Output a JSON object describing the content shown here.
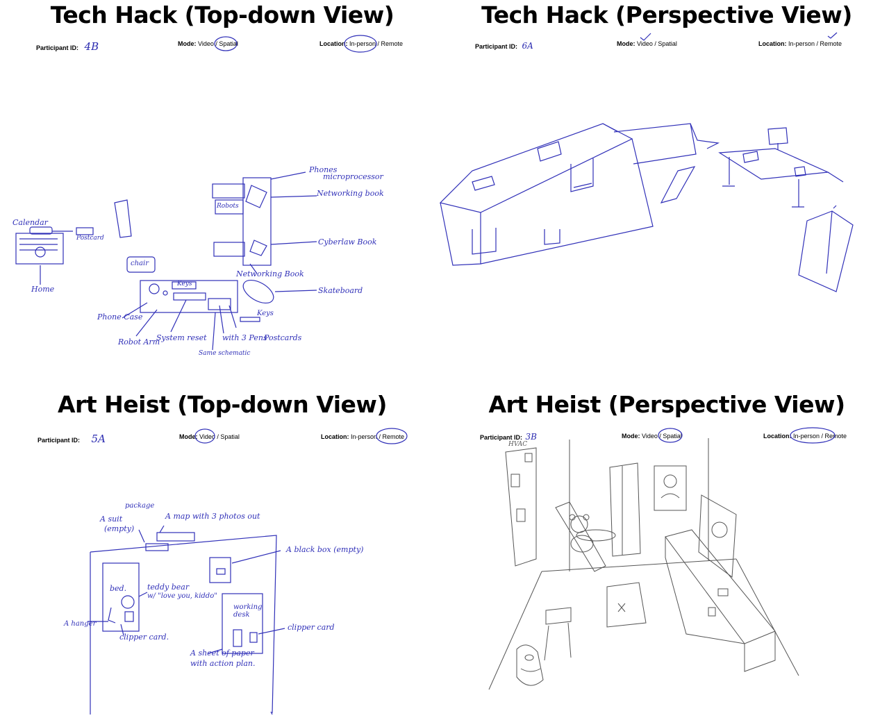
{
  "panels": [
    {
      "title": "Tech Hack (Top-down View)",
      "participant_label": "Participant ID:",
      "participant_id": "4B",
      "mode_label": "Mode:",
      "mode_options": "Video / Spatial",
      "location_label": "Location:",
      "location_options": "In-person / Remote",
      "annotations": [
        "Calendar",
        "Postcard",
        "Home",
        "chair",
        "Phones",
        "microprocessor",
        "Networking book",
        "Robots",
        "Cyberlaw Book",
        "Networking Book",
        "Skateboard",
        "Keys",
        "Keys",
        "Phone Case",
        "Robot Arm",
        "System reset",
        "with 3 Pens",
        "Postcards",
        "Same schematic"
      ]
    },
    {
      "title": "Tech Hack (Perspective View)",
      "participant_label": "Participant ID:",
      "participant_id": "6A",
      "mode_label": "Mode:",
      "mode_options": "Video / Spatial",
      "location_label": "Location:",
      "location_options": "In-person / Remote"
    },
    {
      "title": "Art Heist (Top-down View)",
      "participant_label": "Participant ID:",
      "participant_id": "5A",
      "mode_label": "Mode:",
      "mode_options": "Video / Spatial",
      "location_label": "Location:",
      "location_options": "In-person / Remote",
      "annotations": [
        "package",
        "A suit",
        "(empty)",
        "A map with 3 photos out",
        "A black box (empty)",
        "bed.",
        "teddy bear",
        "w/ \"love you, kiddo\"",
        "working desk",
        "A hanger",
        "clipper card.",
        "clipper card",
        "A sheet of paper with action plan."
      ]
    },
    {
      "title": "Art Heist (Perspective View)",
      "participant_label": "Participant ID:",
      "participant_id": "3B",
      "mode_label": "Mode:",
      "mode_options": "Video / Spatial",
      "location_label": "Location:",
      "location_options": "In-person / Remote",
      "annotations": [
        "HVAC"
      ]
    }
  ],
  "colors": {
    "ink_blue": "#3030b8",
    "pencil": "#555555",
    "title": "#000000"
  }
}
